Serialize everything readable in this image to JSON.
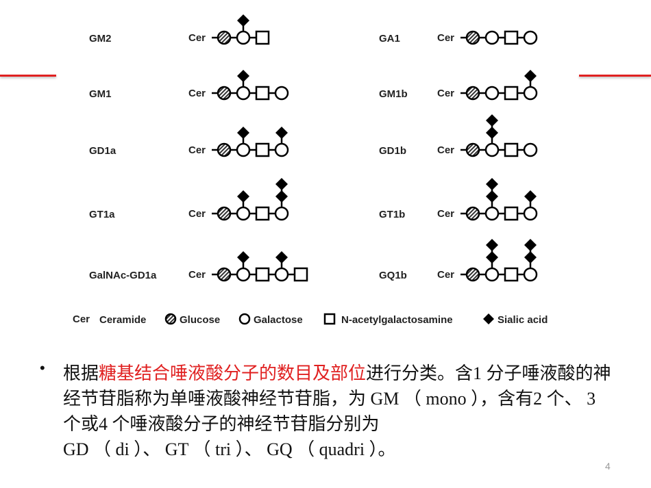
{
  "diagram": {
    "cer_label": "Cer",
    "rows": [
      {
        "name": "GM2",
        "chain": [
          [
            "glc",
            0
          ],
          [
            "gal",
            1
          ],
          [
            "galnac",
            0
          ]
        ],
        "col": 0
      },
      {
        "name": "GM1",
        "chain": [
          [
            "glc",
            0
          ],
          [
            "gal",
            1
          ],
          [
            "galnac",
            0
          ],
          [
            "gal",
            0
          ]
        ],
        "col": 0
      },
      {
        "name": "GD1a",
        "chain": [
          [
            "glc",
            0
          ],
          [
            "gal",
            1
          ],
          [
            "galnac",
            0
          ],
          [
            "gal",
            1
          ]
        ],
        "col": 0
      },
      {
        "name": "GT1a",
        "chain": [
          [
            "glc",
            0
          ],
          [
            "gal",
            1
          ],
          [
            "galnac",
            0
          ],
          [
            "gal",
            2
          ]
        ],
        "col": 0
      },
      {
        "name": "GalNAc-GD1a",
        "chain": [
          [
            "glc",
            0
          ],
          [
            "gal",
            1
          ],
          [
            "galnac",
            0
          ],
          [
            "gal",
            1
          ],
          [
            "galnac",
            0
          ]
        ],
        "col": 0
      },
      {
        "name": "GA1",
        "chain": [
          [
            "glc",
            0
          ],
          [
            "gal",
            0
          ],
          [
            "galnac",
            0
          ],
          [
            "gal",
            0
          ]
        ],
        "col": 1
      },
      {
        "name": "GM1b",
        "chain": [
          [
            "glc",
            0
          ],
          [
            "gal",
            0
          ],
          [
            "galnac",
            0
          ],
          [
            "gal",
            1
          ]
        ],
        "col": 1
      },
      {
        "name": "GD1b",
        "chain": [
          [
            "glc",
            0
          ],
          [
            "gal",
            2
          ],
          [
            "galnac",
            0
          ],
          [
            "gal",
            0
          ]
        ],
        "col": 1
      },
      {
        "name": "GT1b",
        "chain": [
          [
            "glc",
            0
          ],
          [
            "gal",
            2
          ],
          [
            "galnac",
            0
          ],
          [
            "gal",
            1
          ]
        ],
        "col": 1
      },
      {
        "name": "GQ1b",
        "chain": [
          [
            "glc",
            0
          ],
          [
            "gal",
            2
          ],
          [
            "galnac",
            0
          ],
          [
            "gal",
            2
          ]
        ],
        "col": 1
      }
    ],
    "legend": {
      "cer": "Cer",
      "ceramide": "Ceramide",
      "glucose": "Glucose",
      "galactose": "Galactose",
      "galnac": "N-acetylgalactosamine",
      "sialic": "Sialic acid"
    }
  },
  "body": {
    "p1": "根据",
    "p2_red": "糖基结合唾液酸分子的数目及部位",
    "p3": "进行分类。含1 分子唾液酸的神经节苷脂称为单唾液酸神经节苷脂，为 GM （ mono ），含有2 个、 3 个或4 个唾液酸分子的神经节苷脂分别为",
    "p4": "GD （ di ）、 GT （ tri ）、 GQ （ quadri ）。"
  },
  "page_number": "4",
  "colors": {
    "accent": "#e02020"
  }
}
